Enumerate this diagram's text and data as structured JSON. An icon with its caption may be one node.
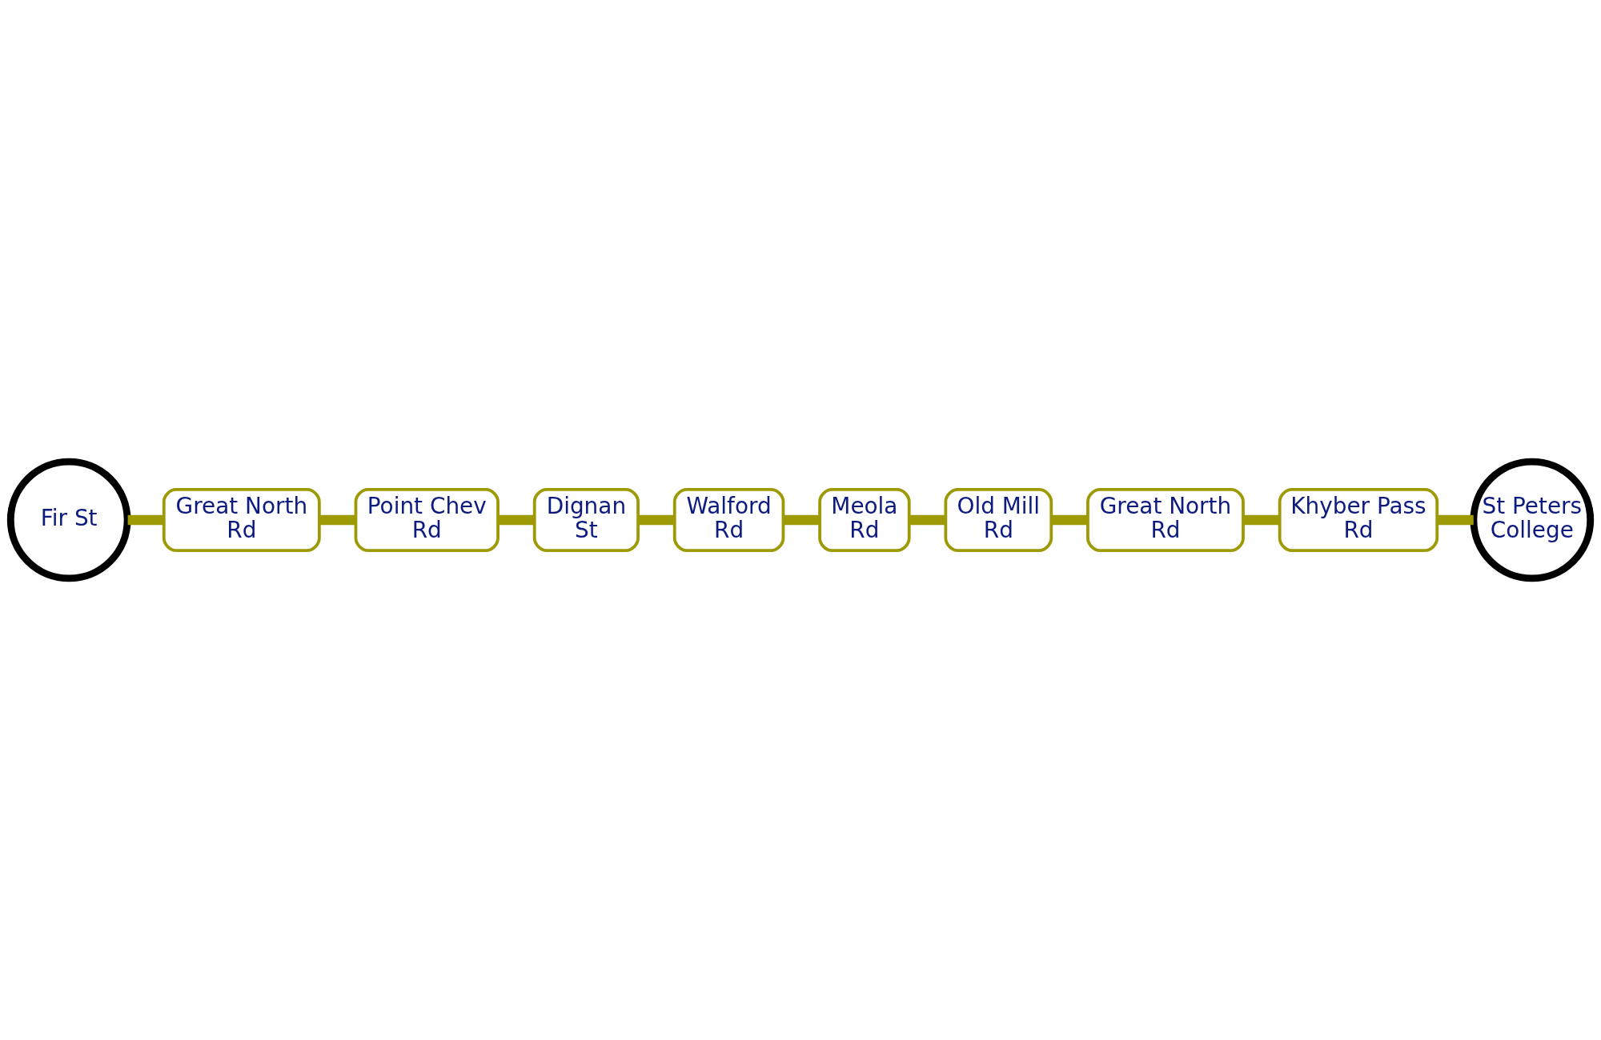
{
  "diagram": {
    "nodes": [
      {
        "text": [
          "Fir St"
        ]
      },
      {
        "text": [
          "Great North Rd"
        ]
      },
      {
        "text": [
          "Point Chev Rd"
        ]
      },
      {
        "text": [
          "Dignan St"
        ]
      },
      {
        "text": [
          "Walford Rd"
        ]
      },
      {
        "text": [
          "Meola Rd"
        ]
      },
      {
        "text": [
          "Old Mill Rd"
        ]
      },
      {
        "text": [
          "Great North Rd"
        ]
      },
      {
        "text": [
          "Khyber Pass Rd"
        ]
      },
      {
        "text": [
          "St Peters College"
        ]
      }
    ],
    "edges": [
      {
        "from": 0,
        "to": 1,
        "arrow": "none"
      },
      {
        "from": 1,
        "to": 2,
        "arrow": "none"
      },
      {
        "from": 2,
        "to": 3,
        "arrow": "none"
      },
      {
        "from": 3,
        "to": 4,
        "arrow": "none"
      },
      {
        "from": 4,
        "to": 5,
        "arrow": "none"
      },
      {
        "from": 5,
        "to": 6,
        "arrow": "none"
      },
      {
        "from": 6,
        "to": 7,
        "arrow": "none"
      },
      {
        "from": 7,
        "to": 8,
        "arrow": "none"
      },
      {
        "from": 8,
        "to": 9,
        "arrow": "none"
      }
    ]
  }
}
